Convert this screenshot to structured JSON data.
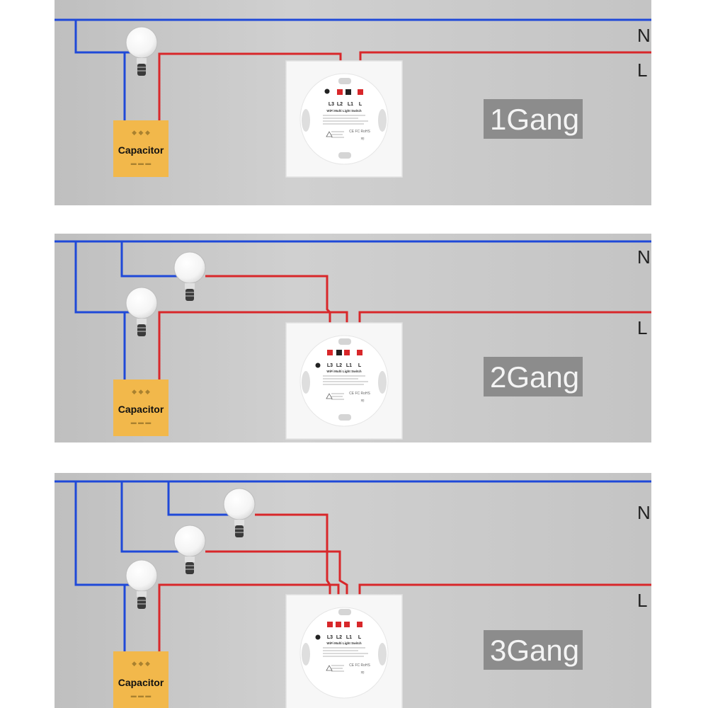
{
  "panels": [
    {
      "gang_label": "1Gang",
      "n_label": "N",
      "l_label": "L",
      "capacitor_label": "Capacitor",
      "terminals": [
        "L3",
        "L2",
        "L1",
        "L"
      ],
      "switch_title": "WiFi Multi Light Switch"
    },
    {
      "gang_label": "2Gang",
      "n_label": "N",
      "l_label": "L",
      "capacitor_label": "Capacitor",
      "terminals": [
        "L3",
        "L2",
        "L1",
        "L"
      ],
      "switch_title": "WiFi Multi Light Switch"
    },
    {
      "gang_label": "3Gang",
      "n_label": "N",
      "l_label": "L",
      "capacitor_label": "Capacitor",
      "terminals": [
        "L3",
        "L2",
        "L1",
        "L"
      ],
      "switch_title": "WiFi Multi Light Switch"
    }
  ],
  "colors": {
    "neutral_wire": "#1f49d8",
    "live_wire": "#d8272a",
    "capacitor": "#f2b84b",
    "panel_bg": "#c9c9c9",
    "label_bg": "#8c8c8c"
  }
}
